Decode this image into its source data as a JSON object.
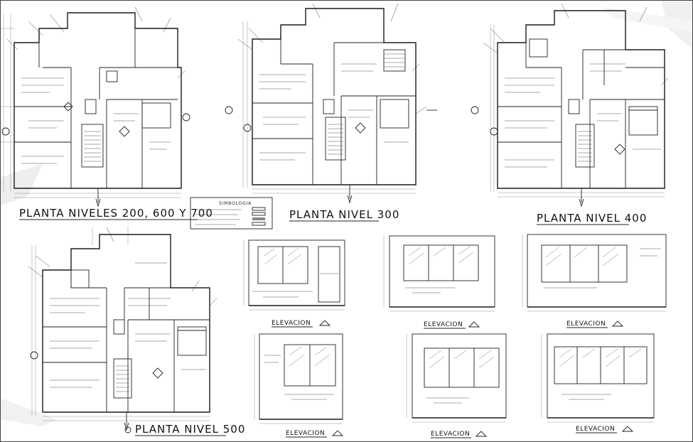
{
  "sheet": {
    "plans": [
      {
        "id": "plan-200-600-700",
        "title": "PLANTA NIVELES 200, 600 Y 700"
      },
      {
        "id": "plan-300",
        "title": "PLANTA NIVEL 300"
      },
      {
        "id": "plan-400",
        "title": "PLANTA NIVEL 400"
      },
      {
        "id": "plan-500",
        "title": "PLANTA NIVEL 500"
      }
    ],
    "legend": {
      "title": "SIMBOLOGIA"
    },
    "elevations": [
      {
        "id": "elev-1",
        "title": "ELEVACION"
      },
      {
        "id": "elev-2",
        "title": "ELEVACION"
      },
      {
        "id": "elev-3",
        "title": "ELEVACION"
      },
      {
        "id": "elev-4",
        "title": "ELEVACION"
      },
      {
        "id": "elev-5",
        "title": "ELEVACION"
      },
      {
        "id": "elev-6",
        "title": "ELEVACION"
      }
    ]
  },
  "colors": {
    "ink": "#1a1a1a",
    "paper": "#ffffff",
    "smudge": "#cfcfcf"
  }
}
